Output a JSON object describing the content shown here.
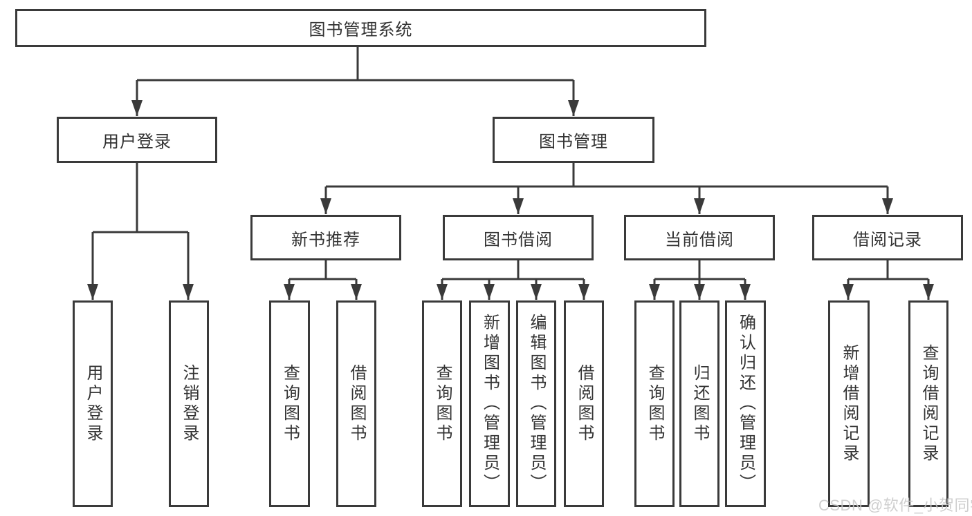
{
  "diagram": {
    "title": "图书管理系统",
    "branches": [
      {
        "label": "用户登录",
        "children": [
          {
            "label": "用户登录"
          },
          {
            "label": "注销登录"
          }
        ]
      },
      {
        "label": "图书管理",
        "children": [
          {
            "label": "新书推荐",
            "children": [
              {
                "label": "查询图书"
              },
              {
                "label": "借阅图书"
              }
            ]
          },
          {
            "label": "图书借阅",
            "children": [
              {
                "label": "查询图书"
              },
              {
                "label": "新增图书（管理员）"
              },
              {
                "label": "编辑图书（管理员）"
              },
              {
                "label": "借阅图书"
              }
            ]
          },
          {
            "label": "当前借阅",
            "children": [
              {
                "label": "查询图书"
              },
              {
                "label": "归还图书"
              },
              {
                "label": "确认归还（管理员）"
              }
            ]
          },
          {
            "label": "借阅记录",
            "children": [
              {
                "label": "新增借阅记录"
              },
              {
                "label": "查询借阅记录"
              }
            ]
          }
        ]
      }
    ]
  },
  "watermark": "CSDN @软件_小贺同学",
  "colors": {
    "line": "#3a3a3a",
    "text": "#333333",
    "background": "#ffffff",
    "watermark": "#c9c9c9"
  }
}
